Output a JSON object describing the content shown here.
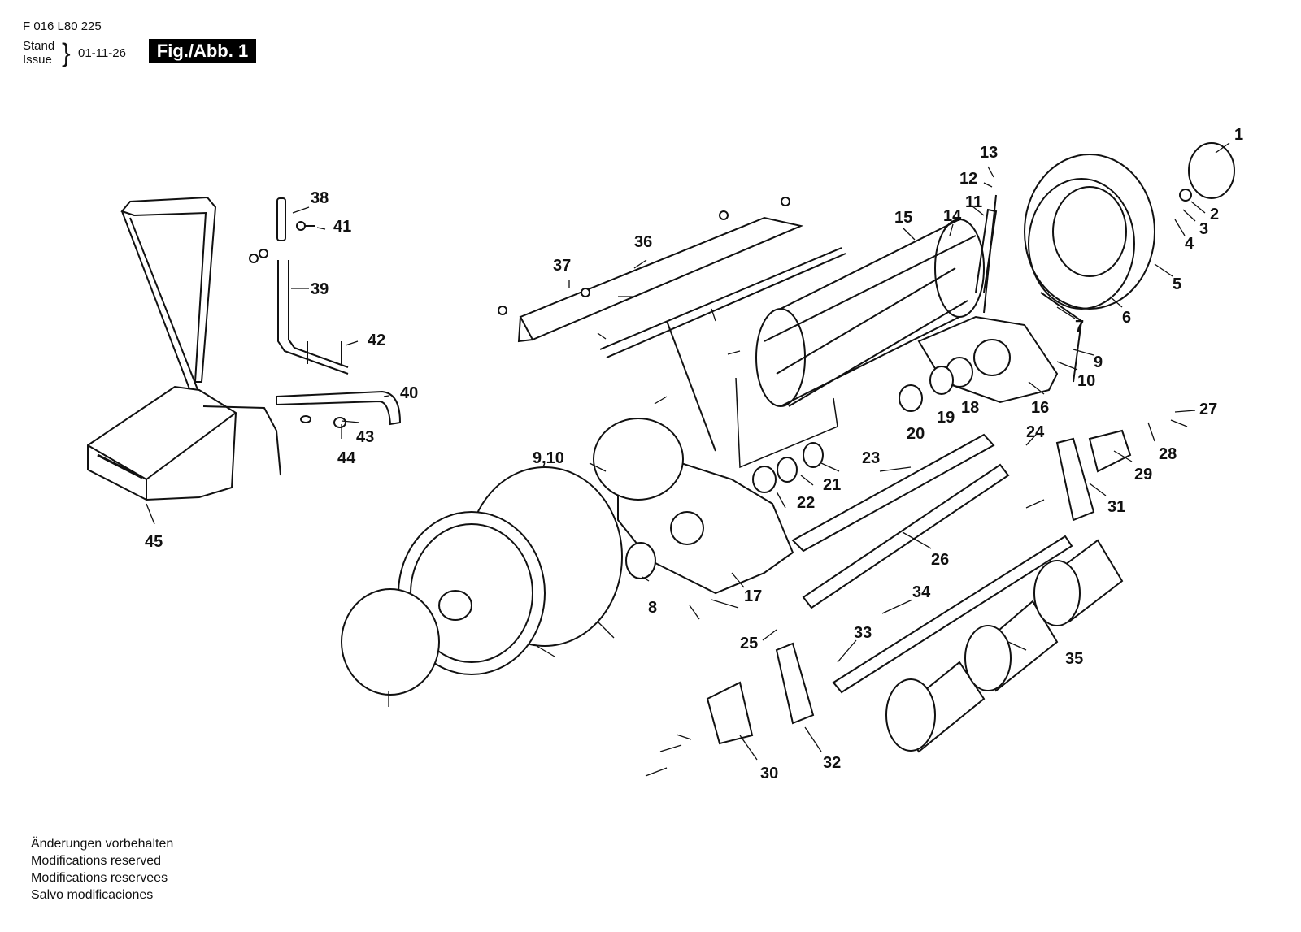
{
  "header": {
    "part_number": "F 016 L80 225",
    "stand_label": "Stand",
    "issue_label": "Issue",
    "date": "01-11-26",
    "figure_label": "Fig./Abb. 1"
  },
  "notes": [
    "Änderungen vorbehalten",
    "Modifications reserved",
    "Modifications reservees",
    "Salvo modificaciones"
  ],
  "callouts": [
    "1",
    "2",
    "3",
    "4",
    "5",
    "6",
    "7",
    "9",
    "10",
    "11",
    "12",
    "13",
    "14",
    "15",
    "16",
    "17",
    "18",
    "19",
    "20",
    "21",
    "22",
    "23",
    "24",
    "25",
    "26",
    "27",
    "28",
    "29",
    "30",
    "31",
    "32",
    "33",
    "34",
    "35",
    "36",
    "37",
    "38",
    "39",
    "40",
    "41",
    "42",
    "43",
    "44",
    "45",
    "8",
    "9,10"
  ],
  "colors": {
    "ink": "#111111",
    "paper": "#ffffff",
    "badge": "#000000"
  }
}
